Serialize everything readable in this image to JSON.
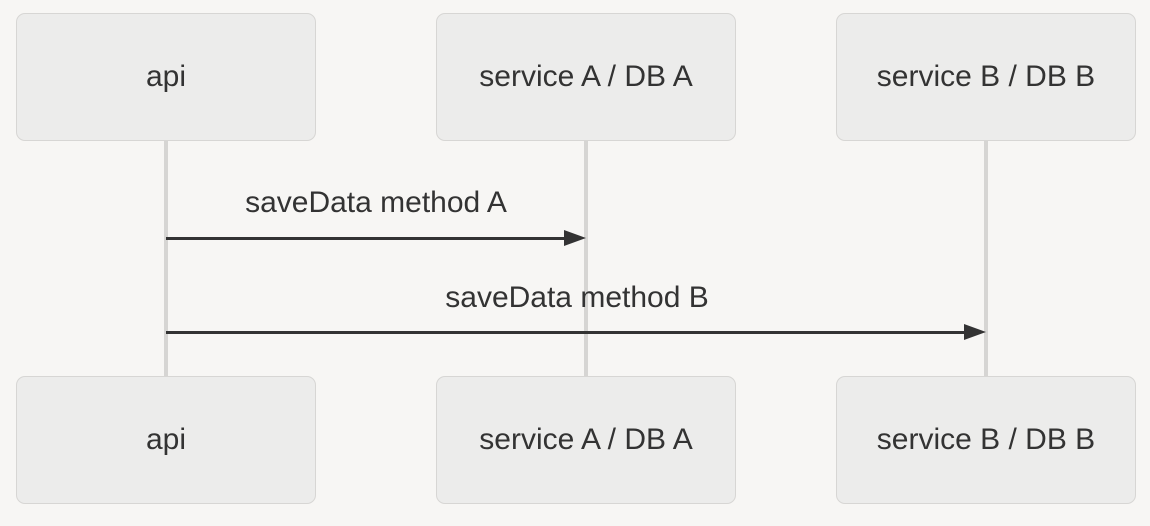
{
  "diagram": {
    "kind": "sequence-diagram",
    "participants": [
      {
        "id": "api",
        "label": "api"
      },
      {
        "id": "service-a",
        "label": "service A / DB A"
      },
      {
        "id": "service-b",
        "label": "service B / DB B"
      }
    ],
    "messages": [
      {
        "from": "api",
        "to": "service-a",
        "label": "saveData method A",
        "arrow": "solid-filled-head"
      },
      {
        "from": "api",
        "to": "service-b",
        "label": "saveData method B",
        "arrow": "solid-filled-head"
      }
    ],
    "colors": {
      "page_bg": "#f7f6f4",
      "actor_fill": "#ececeb",
      "actor_border": "#d7d6d4",
      "lifeline": "#d6d5d3",
      "arrow": "#333333",
      "text": "#333333"
    }
  }
}
